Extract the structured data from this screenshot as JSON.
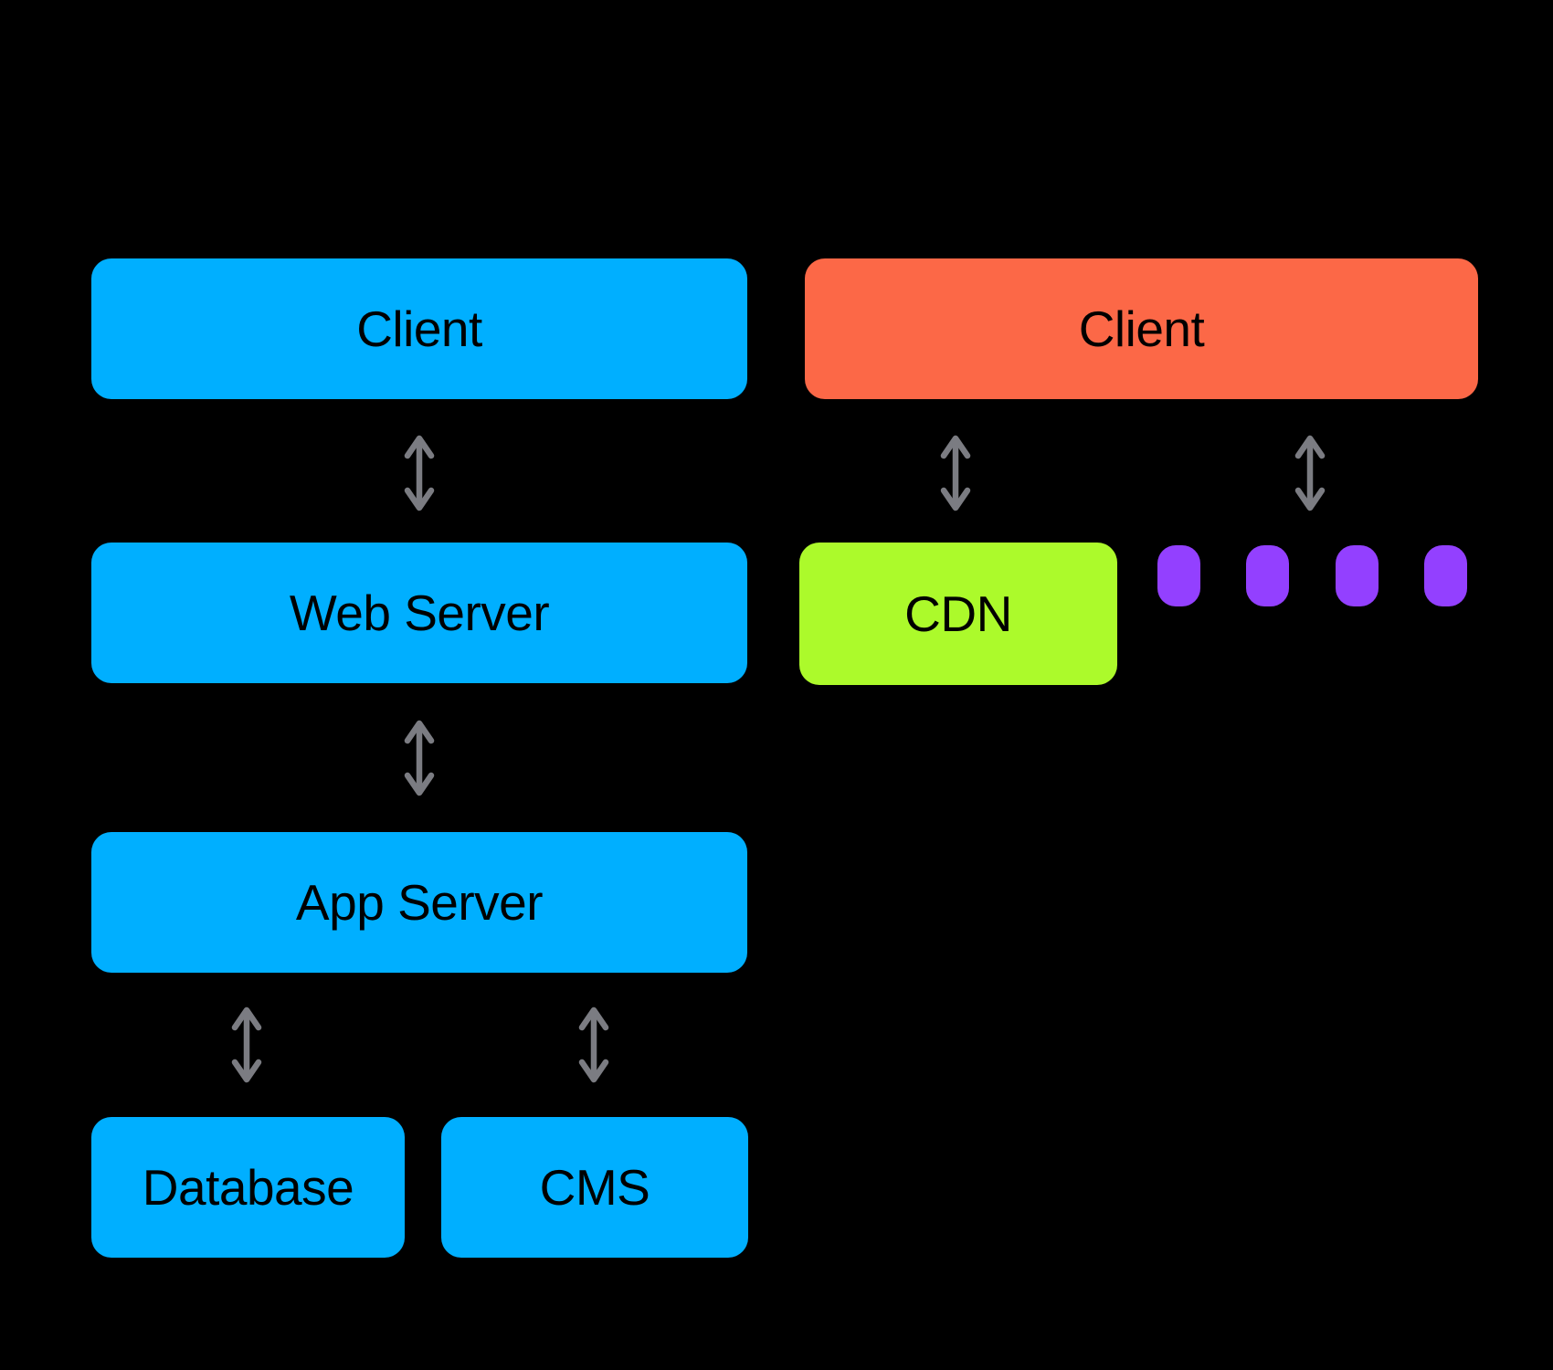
{
  "diagram": {
    "type": "architecture-flow",
    "background": "#000000",
    "text_color": "#000000",
    "nodes": {
      "client_left": {
        "label": "Client",
        "color": "#00AFFF"
      },
      "web_server": {
        "label": "Web Server",
        "color": "#00AFFF"
      },
      "app_server": {
        "label": "App Server",
        "color": "#00AFFF"
      },
      "database": {
        "label": "Database",
        "color": "#00AFFF"
      },
      "cms": {
        "label": "CMS",
        "color": "#00AFFF"
      },
      "client_right": {
        "label": "Client",
        "color": "#FC6847"
      },
      "cdn": {
        "label": "CDN",
        "color": "#ACFA2B"
      }
    },
    "connectors": {
      "color": "#7B7C82",
      "style": "double-headed-vertical-arrow",
      "links": [
        {
          "from": "client_left",
          "to": "web_server"
        },
        {
          "from": "web_server",
          "to": "app_server"
        },
        {
          "from": "app_server",
          "to": "database"
        },
        {
          "from": "app_server",
          "to": "cms"
        },
        {
          "from": "client_right",
          "to": "cdn"
        },
        {
          "from": "client_right",
          "to": "cdn_ellipsis"
        }
      ]
    },
    "cdn_ellipsis": {
      "shape": "dashed-line-dots",
      "dot_count": 4,
      "color": "#9340FF"
    }
  }
}
